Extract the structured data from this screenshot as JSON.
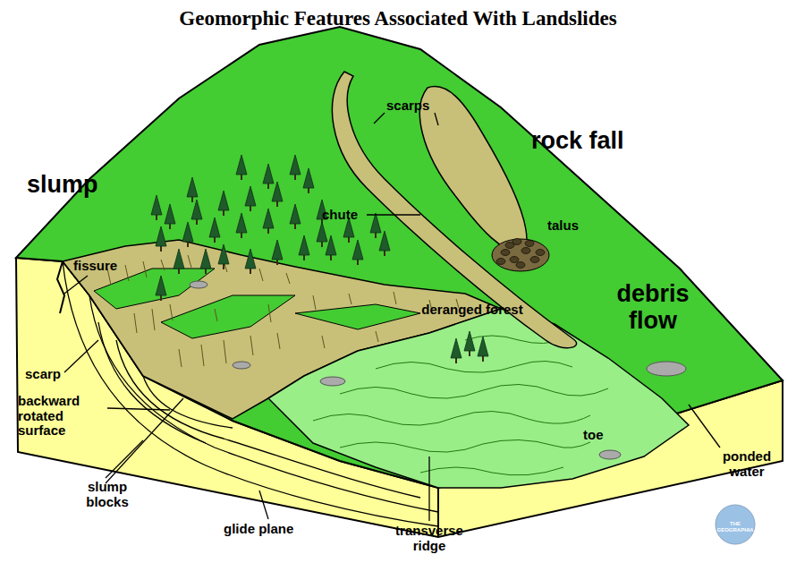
{
  "diagram": {
    "title": "Geomorphic Features Associated With Landslides",
    "labels": [
      "slump",
      "fissure",
      "scarps",
      "chute",
      "rock fall",
      "talus",
      "debris flow",
      "deranged forest",
      "scarp",
      "backward rotated surface",
      "slump blocks",
      "toe",
      "ponded water",
      "glide plane",
      "transverse ridge",
      "THE GEOGRAPHIA"
    ]
  }
}
